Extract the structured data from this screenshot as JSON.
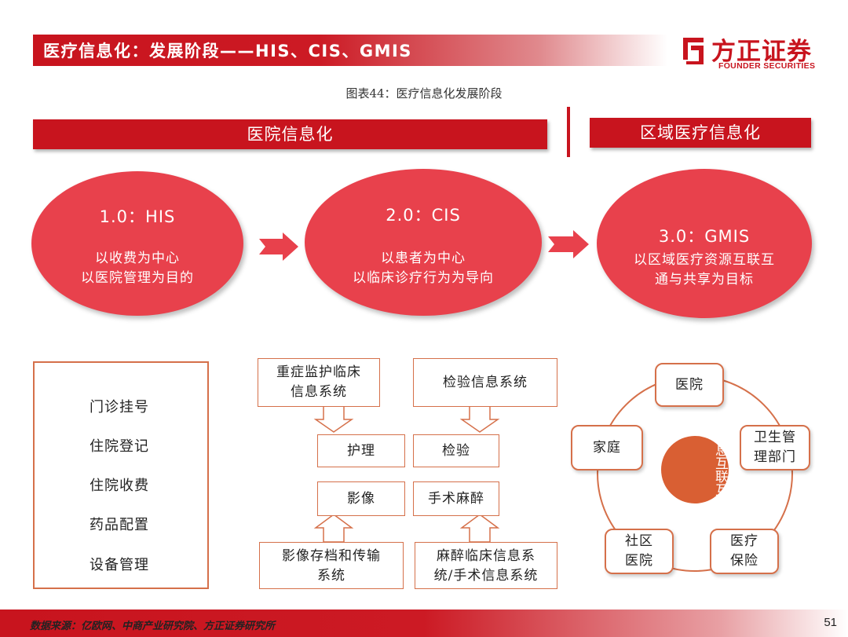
{
  "header": {
    "title": "医疗信息化：发展阶段——HIS、CIS、GMIS",
    "logo_cn": "方正证券",
    "logo_en": "FOUNDER SECURITIES"
  },
  "figure_caption": "图表44：医疗信息化发展阶段",
  "sections": {
    "hospital": "医院信息化",
    "regional": "区域医疗信息化"
  },
  "stages": [
    {
      "title": "1.0：HIS",
      "lines": [
        "以收费为中心",
        "以医院管理为目的"
      ]
    },
    {
      "title": "2.0：CIS",
      "lines": [
        "以患者为中心",
        "以临床诊疗行为为导向"
      ]
    },
    {
      "title": "3.0：GMIS",
      "lines": [
        "以区域医疗资源互联互",
        "通与共享为目标"
      ]
    }
  ],
  "his_items": [
    "门诊挂号",
    "住院登记",
    "住院收费",
    "药品配置",
    "设备管理"
  ],
  "cis_boxes": {
    "icu": [
      "重症监护临床",
      "信息系统"
    ],
    "lab_system": "检验信息系统",
    "nursing": "护理",
    "lab": "检验",
    "imaging": "影像",
    "surgery": "手术麻醉",
    "pacs": [
      "影像存档和传输",
      "系统"
    ],
    "anesthesia": [
      "麻醉临床信息系",
      "统/手术信息系统"
    ]
  },
  "gmis_nodes": {
    "hospital": "医院",
    "health_dept": [
      "卫生管",
      "理部门"
    ],
    "insurance": [
      "医疗",
      "保险"
    ],
    "community": [
      "社区",
      "医院"
    ],
    "family": "家庭",
    "center": "息互联互"
  },
  "footer": {
    "source": "数据来源：亿欧网、中商产业研究院、方正证券研究所",
    "page": "51"
  },
  "colors": {
    "brand_red": "#c8141e",
    "ellipse_red": "#e8414c",
    "box_border": "#d5704a",
    "center_orange": "#d95f33"
  }
}
